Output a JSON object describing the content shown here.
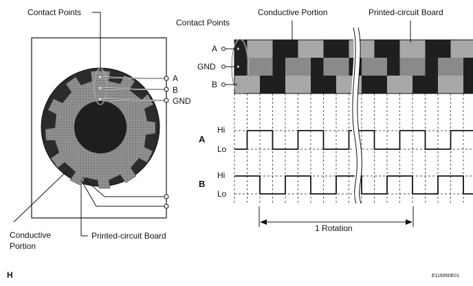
{
  "labels": {
    "contact_points_left": "Contact Points",
    "contact_points_right": "Contact Points",
    "conductive_portion_top": "Conductive Portion",
    "printed_circuit_board_top": "Printed-circuit Board",
    "terminal_a": "A",
    "terminal_b": "B",
    "terminal_gnd": "GND",
    "strip_a": "A",
    "strip_gnd": "GND",
    "strip_b": "B",
    "conductive_portion_left_1": "Conductive",
    "conductive_portion_left_2": "Portion",
    "printed_circuit_board_bottom": "Printed-circuit Board",
    "signal_a": "A",
    "signal_b": "B",
    "hi_a": "Hi",
    "lo_a": "Lo",
    "hi_b": "Hi",
    "lo_b": "Lo",
    "one_rotation": "1 Rotation",
    "corner_h": "H",
    "figure_code": "E116950E01"
  },
  "colors": {
    "line": "#111111",
    "disc": "#2a2a2a",
    "pattern": "#8c8c8c",
    "strip_dark": "#1f1f1f",
    "strip_gray": "#8a8a8a",
    "strip_light": "#a8a8a8"
  },
  "signals": {
    "a_pattern": [
      0,
      1,
      1,
      0,
      0,
      1,
      1,
      0,
      0,
      1,
      1,
      0,
      0,
      1,
      1,
      0,
      0,
      1,
      1,
      0
    ],
    "b_pattern": [
      1,
      1,
      0,
      0,
      1,
      1,
      0,
      0,
      1,
      1,
      0,
      0,
      1,
      1,
      0,
      0,
      1,
      1,
      0,
      0
    ]
  }
}
